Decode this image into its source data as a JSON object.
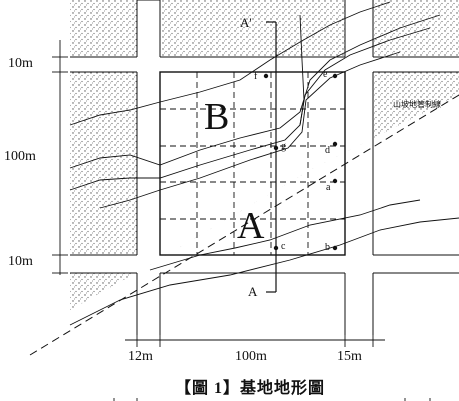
{
  "caption": "【圖 1】基地地形圖",
  "dimensions": {
    "top_strip": "10m",
    "middle_span": "100m",
    "bottom_strip": "10m",
    "left_strip": "12m",
    "center_span": "100m",
    "right_strip": "15m"
  },
  "zones": {
    "upper": "B",
    "lower": "A"
  },
  "section_labels": {
    "top": "A'",
    "bottom": "A"
  },
  "point_labels": {
    "a": "a",
    "b": "b",
    "c": "c",
    "d": "d",
    "e": "e",
    "f": "f",
    "g": "g"
  },
  "boundary_note": "山坡地管制線",
  "colors": {
    "ink": "#111111",
    "stipple": "#555555",
    "background": "#ffffff"
  }
}
